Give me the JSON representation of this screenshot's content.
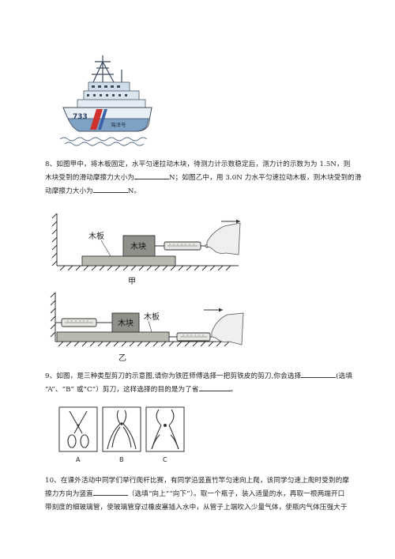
{
  "ship": {
    "hull_number": "733",
    "name_plate": "海洋号"
  },
  "q8": {
    "lines": [
      "8、如图甲中，将木板固定，水平匀速拉动木块，待测力计示数稳定后，测力计的示数为为 1.5N，则",
      "木块受到的滑动摩擦力大小为",
      "N；如图乙中，用 3.0N 力水平匀速拉动木板，则木块受到的滑",
      "动摩擦力大小为",
      "N。"
    ],
    "fig_jia": {
      "board_label": "木板",
      "block_label": "木块",
      "caption": "甲"
    },
    "fig_yi": {
      "block_label": "木块",
      "board_label": "木板",
      "caption": "乙"
    }
  },
  "q9": {
    "lines": [
      "9、如图，是三种类型剪刀的示意图,请你为铁匠师傅选择一把剪铁皮的剪刀,你会选择",
      "(选填",
      "“A”、“B” 或“C”）剪刀，这样选择的目的是为了省",
      "。"
    ],
    "labels": [
      "A",
      "B",
      "C"
    ]
  },
  "q10": {
    "lines": [
      "10、在课外活动中同学们举行爬杆比赛，有同学沿竖直竹竿匀速向上爬，该同学匀速上爬时受到的摩",
      "擦力方向为竖直",
      "（选填“向上”“向下”）。取一个瓶子，装入适量的水，再取一根两端开口",
      "带刻度的细玻璃管，使玻璃管穿过橡皮塞插入水中，从管子上端吹入少量气体，使瓶内气体压强大于"
    ]
  }
}
